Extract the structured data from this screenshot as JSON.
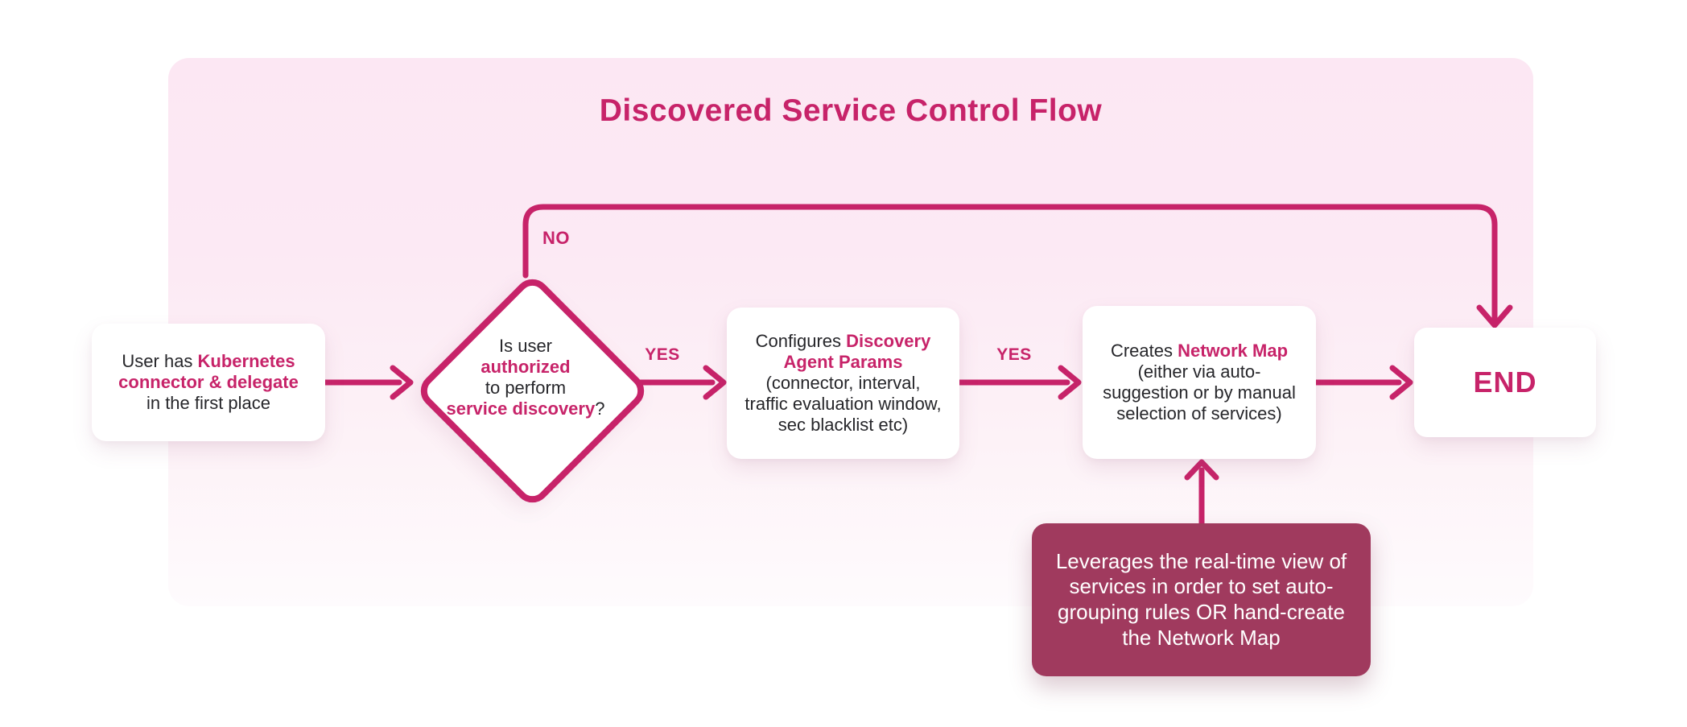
{
  "diagram": {
    "title": "Discovered Service Control Flow",
    "colors": {
      "accent": "#c72369",
      "panel_top": "#fce7f3",
      "panel_bottom": "#fefbfd",
      "node_bg": "#ffffff",
      "note_bg": "#a03a5e",
      "text_dark": "#26262a",
      "text_light": "#ffffff"
    },
    "edges": {
      "no_label": "NO",
      "yes_label_1": "YES",
      "yes_label_2": "YES"
    },
    "nodes": {
      "start": {
        "lines": [
          [
            {
              "t": "User has ",
              "a": false
            },
            {
              "t": "Kubernetes",
              "a": true
            }
          ],
          [
            {
              "t": "connector & delegate",
              "a": true
            }
          ],
          [
            {
              "t": "in the first place",
              "a": false
            }
          ]
        ]
      },
      "decision": {
        "lines": [
          [
            {
              "t": "Is user",
              "a": false
            }
          ],
          [
            {
              "t": "authorized",
              "a": true
            }
          ],
          [
            {
              "t": "to perform",
              "a": false
            }
          ],
          [
            {
              "t": "service discovery",
              "a": true
            },
            {
              "t": "?",
              "a": false
            }
          ]
        ]
      },
      "configure": {
        "lines": [
          [
            {
              "t": "Configures ",
              "a": false
            },
            {
              "t": "Discovery",
              "a": true
            }
          ],
          [
            {
              "t": "Agent Params",
              "a": true
            }
          ],
          [
            {
              "t": "(connector, interval,",
              "a": false
            }
          ],
          [
            {
              "t": "traffic evaluation window,",
              "a": false
            }
          ],
          [
            {
              "t": "sec blacklist etc)",
              "a": false
            }
          ]
        ]
      },
      "create_map": {
        "lines": [
          [
            {
              "t": "Creates ",
              "a": false
            },
            {
              "t": "Network Map",
              "a": true
            }
          ],
          [
            {
              "t": "(either via auto-",
              "a": false
            }
          ],
          [
            {
              "t": "suggestion or by manual",
              "a": false
            }
          ],
          [
            {
              "t": "selection of services)",
              "a": false
            }
          ]
        ]
      },
      "end": {
        "label": "END"
      },
      "note": {
        "lines": [
          [
            {
              "t": "Leverages the real-time view of",
              "a": false
            }
          ],
          [
            {
              "t": "services in order to set auto-",
              "a": false
            }
          ],
          [
            {
              "t": "grouping rules OR hand-create",
              "a": false
            }
          ],
          [
            {
              "t": "the Network Map",
              "a": false
            }
          ]
        ]
      }
    }
  }
}
